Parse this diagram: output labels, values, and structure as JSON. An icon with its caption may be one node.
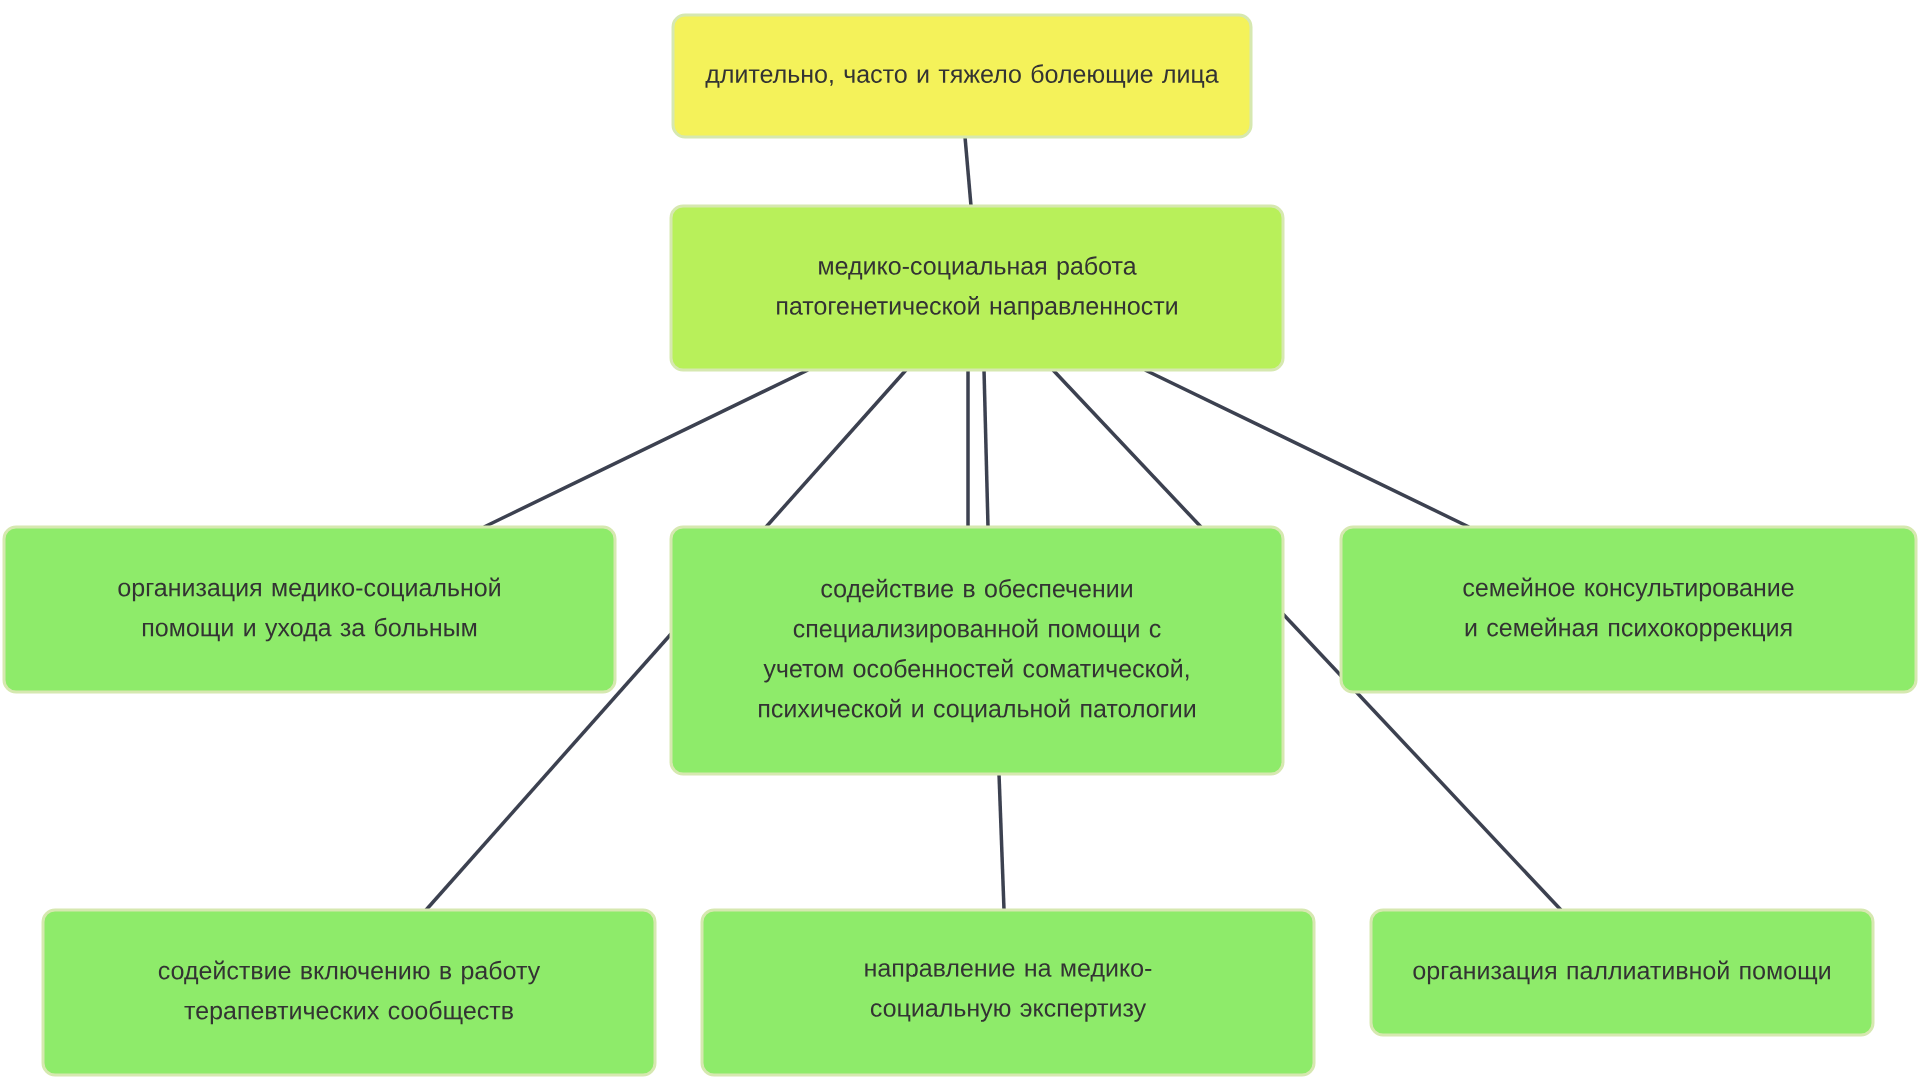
{
  "diagram": {
    "nodes": [
      {
        "text": [
          "длительно, часто и тяжело болеющие лица"
        ]
      },
      {
        "text": [
          "медико-социальная работа патогенетической направленности"
        ]
      },
      {
        "text": [
          "организация медико-социальной помощи и ухода за больным"
        ]
      },
      {
        "text": [
          "содействие в обеспечении специализированной помощи с учетом особенностей соматической, психической и социальной патологии"
        ]
      },
      {
        "text": [
          "семейное консультирование и семейная психокоррекция"
        ]
      },
      {
        "text": [
          "содействие включению в работу терапевтических сообществ"
        ]
      },
      {
        "text": [
          "направление на медико-социальную экспертизу"
        ]
      },
      {
        "text": [
          "организация паллиативной помощи"
        ]
      }
    ],
    "edges": [
      {
        "from": 0,
        "to": 1,
        "arrow": "none"
      },
      {
        "from": 1,
        "to": 2,
        "arrow": "none"
      },
      {
        "from": 1,
        "to": 3,
        "arrow": "none"
      },
      {
        "from": 1,
        "to": 3,
        "arrow": "none"
      },
      {
        "from": 1,
        "to": 3,
        "arrow": "none"
      },
      {
        "from": 1,
        "to": 3,
        "arrow": "none"
      },
      {
        "from": 1,
        "to": 4,
        "arrow": "none"
      },
      {
        "from": 3,
        "to": 5,
        "arrow": "none"
      },
      {
        "from": 3,
        "to": 6,
        "arrow": "none"
      },
      {
        "from": 3,
        "to": 7,
        "arrow": "none"
      }
    ]
  }
}
